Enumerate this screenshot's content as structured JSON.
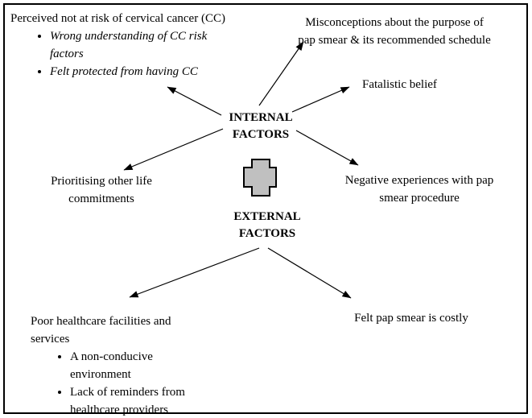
{
  "internal": {
    "label": "INTERNAL FACTORS",
    "perceived": {
      "title": "Perceived not at risk of cervical cancer (CC)",
      "bullets": [
        "Wrong understanding of CC risk factors",
        "Felt protected from having CC"
      ]
    },
    "misconceptions": "Misconceptions about the purpose of pap smear & its recommended schedule",
    "fatalistic": "Fatalistic belief",
    "prioritising": "Prioritising other life commitments",
    "negative_experiences": "Negative experiences with pap smear procedure"
  },
  "external": {
    "label": "EXTERNAL FACTORS",
    "poor_healthcare": {
      "title": "Poor healthcare facilities and services",
      "bullets": [
        "A non-conducive environment",
        "Lack of reminders from healthcare providers"
      ]
    },
    "costly": "Felt pap smear is costly"
  },
  "icons": {
    "center_icon": "medical-cross-icon"
  },
  "colors": {
    "background": "#ffffff",
    "text": "#000000",
    "line": "#000000",
    "cross_fill": "#c0c0c0",
    "cross_stroke": "#000000"
  }
}
